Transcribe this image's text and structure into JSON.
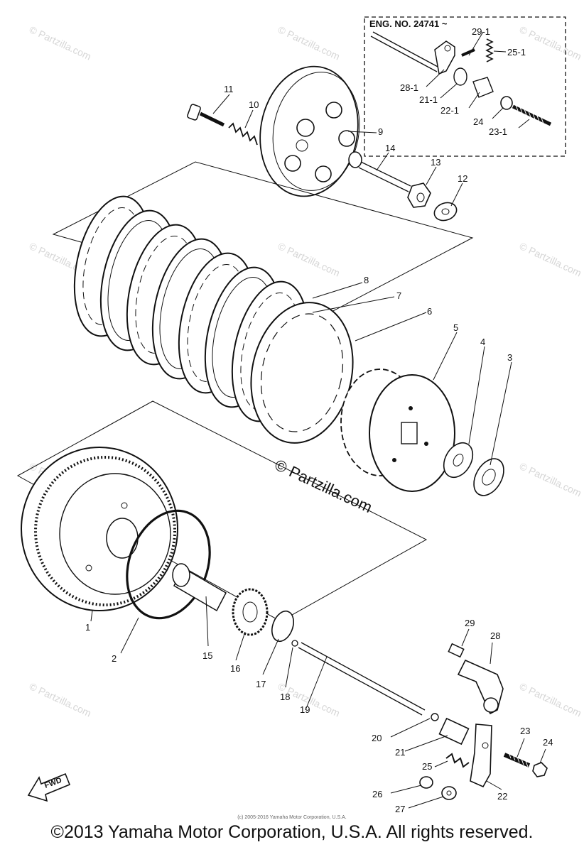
{
  "eng_label": "ENG. NO. 24741 ~",
  "parts": [
    {
      "id": "p1",
      "label": "1"
    },
    {
      "id": "p2",
      "label": "2"
    },
    {
      "id": "p3",
      "label": "3"
    },
    {
      "id": "p4",
      "label": "4"
    },
    {
      "id": "p5",
      "label": "5"
    },
    {
      "id": "p6",
      "label": "6"
    },
    {
      "id": "p7",
      "label": "7"
    },
    {
      "id": "p8",
      "label": "8"
    },
    {
      "id": "p9",
      "label": "9"
    },
    {
      "id": "p10",
      "label": "10"
    },
    {
      "id": "p11",
      "label": "11"
    },
    {
      "id": "p12",
      "label": "12"
    },
    {
      "id": "p13",
      "label": "13"
    },
    {
      "id": "p14",
      "label": "14"
    },
    {
      "id": "p15",
      "label": "15"
    },
    {
      "id": "p16",
      "label": "16"
    },
    {
      "id": "p17",
      "label": "17"
    },
    {
      "id": "p18",
      "label": "18"
    },
    {
      "id": "p19",
      "label": "19"
    },
    {
      "id": "p20",
      "label": "20"
    },
    {
      "id": "p21",
      "label": "21"
    },
    {
      "id": "p22",
      "label": "22"
    },
    {
      "id": "p23",
      "label": "23"
    },
    {
      "id": "p24",
      "label": "24"
    },
    {
      "id": "p25",
      "label": "25"
    },
    {
      "id": "p26",
      "label": "26"
    },
    {
      "id": "p27",
      "label": "27"
    },
    {
      "id": "p28",
      "label": "28"
    },
    {
      "id": "p29",
      "label": "29"
    },
    {
      "id": "p29_1",
      "label": "29-1"
    },
    {
      "id": "p25_1",
      "label": "25-1"
    },
    {
      "id": "p28_1",
      "label": "28-1"
    },
    {
      "id": "p21_1",
      "label": "21-1"
    },
    {
      "id": "p22_1",
      "label": "22-1"
    },
    {
      "id": "p23_1",
      "label": "23-1"
    }
  ],
  "watermark_small": "© Partzilla.com",
  "watermark_center": "© Partzilla.com",
  "fwd_label": "FWD",
  "tiny_credit": "(c) 2005-2016 Yamaha Motor Corporation, U.S.A.",
  "copyright": "©2013 Yamaha Motor Corporation, U.S.A. All rights reserved."
}
